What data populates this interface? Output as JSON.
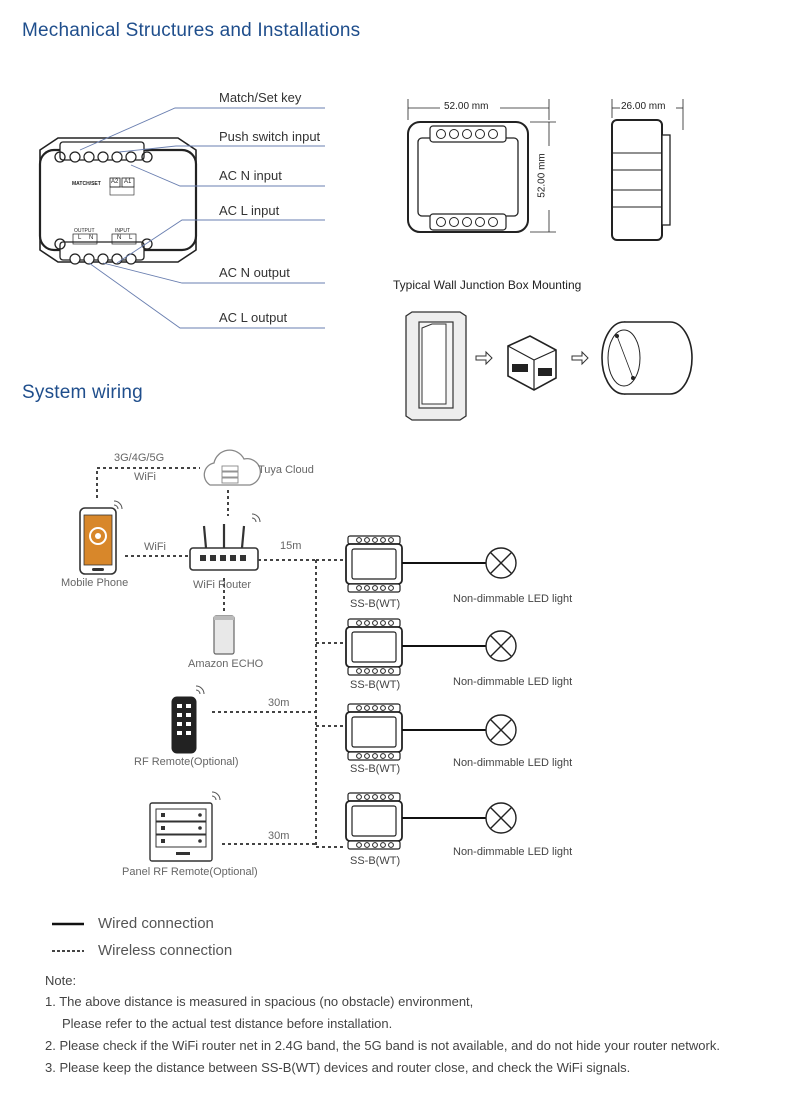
{
  "section1": {
    "title": "Mechanical Structures and Installations",
    "callouts": [
      "Match/Set key",
      "Push switch input",
      "AC N input",
      "AC L input",
      "AC N output",
      "AC L output"
    ],
    "device_labels": {
      "match_set": "MATCH/SET",
      "a2": "A2",
      "a1": "A1",
      "output": "OUTPUT",
      "input": "INPUT",
      "l": "L",
      "n": "N"
    },
    "dimensions": {
      "width": "52.00 mm",
      "height": "52.00 mm",
      "depth": "26.00 mm"
    },
    "mounting_title": "Typical Wall Junction Box Mounting"
  },
  "section2": {
    "title": "System wiring",
    "network_label_1": "3G/4G/5G",
    "network_label_2": "WiFi",
    "cloud": "Tuya Cloud",
    "phone": "Mobile Phone",
    "wifi_link": "WiFi",
    "router": "WiFi Router",
    "echo": "Amazon ECHO",
    "rf_remote": "RF Remote(Optional)",
    "panel_remote": "Panel RF Remote(Optional)",
    "dist_router": "15m",
    "dist_rf": "30m",
    "dist_panel": "30m",
    "devices": [
      {
        "label": "SS-B(WT)",
        "light": "Non-dimmable LED light"
      },
      {
        "label": "SS-B(WT)",
        "light": "Non-dimmable LED light"
      },
      {
        "label": "SS-B(WT)",
        "light": "Non-dimmable LED light"
      },
      {
        "label": "SS-B(WT)",
        "light": "Non-dimmable LED light"
      }
    ]
  },
  "legend": {
    "wired": "Wired connection",
    "wireless": "Wireless connection"
  },
  "notes": {
    "heading": "Note:",
    "line1": "1. The above distance is measured in spacious (no obstacle) environment,",
    "line1b": "Please refer to the actual test distance before installation.",
    "line2": "2. Please check if the WiFi router net in 2.4G band, the 5G band is not available, and do not hide your router network.",
    "line3": "3. Please keep the distance between SS-B(WT) devices and router close, and check the WiFi signals."
  }
}
